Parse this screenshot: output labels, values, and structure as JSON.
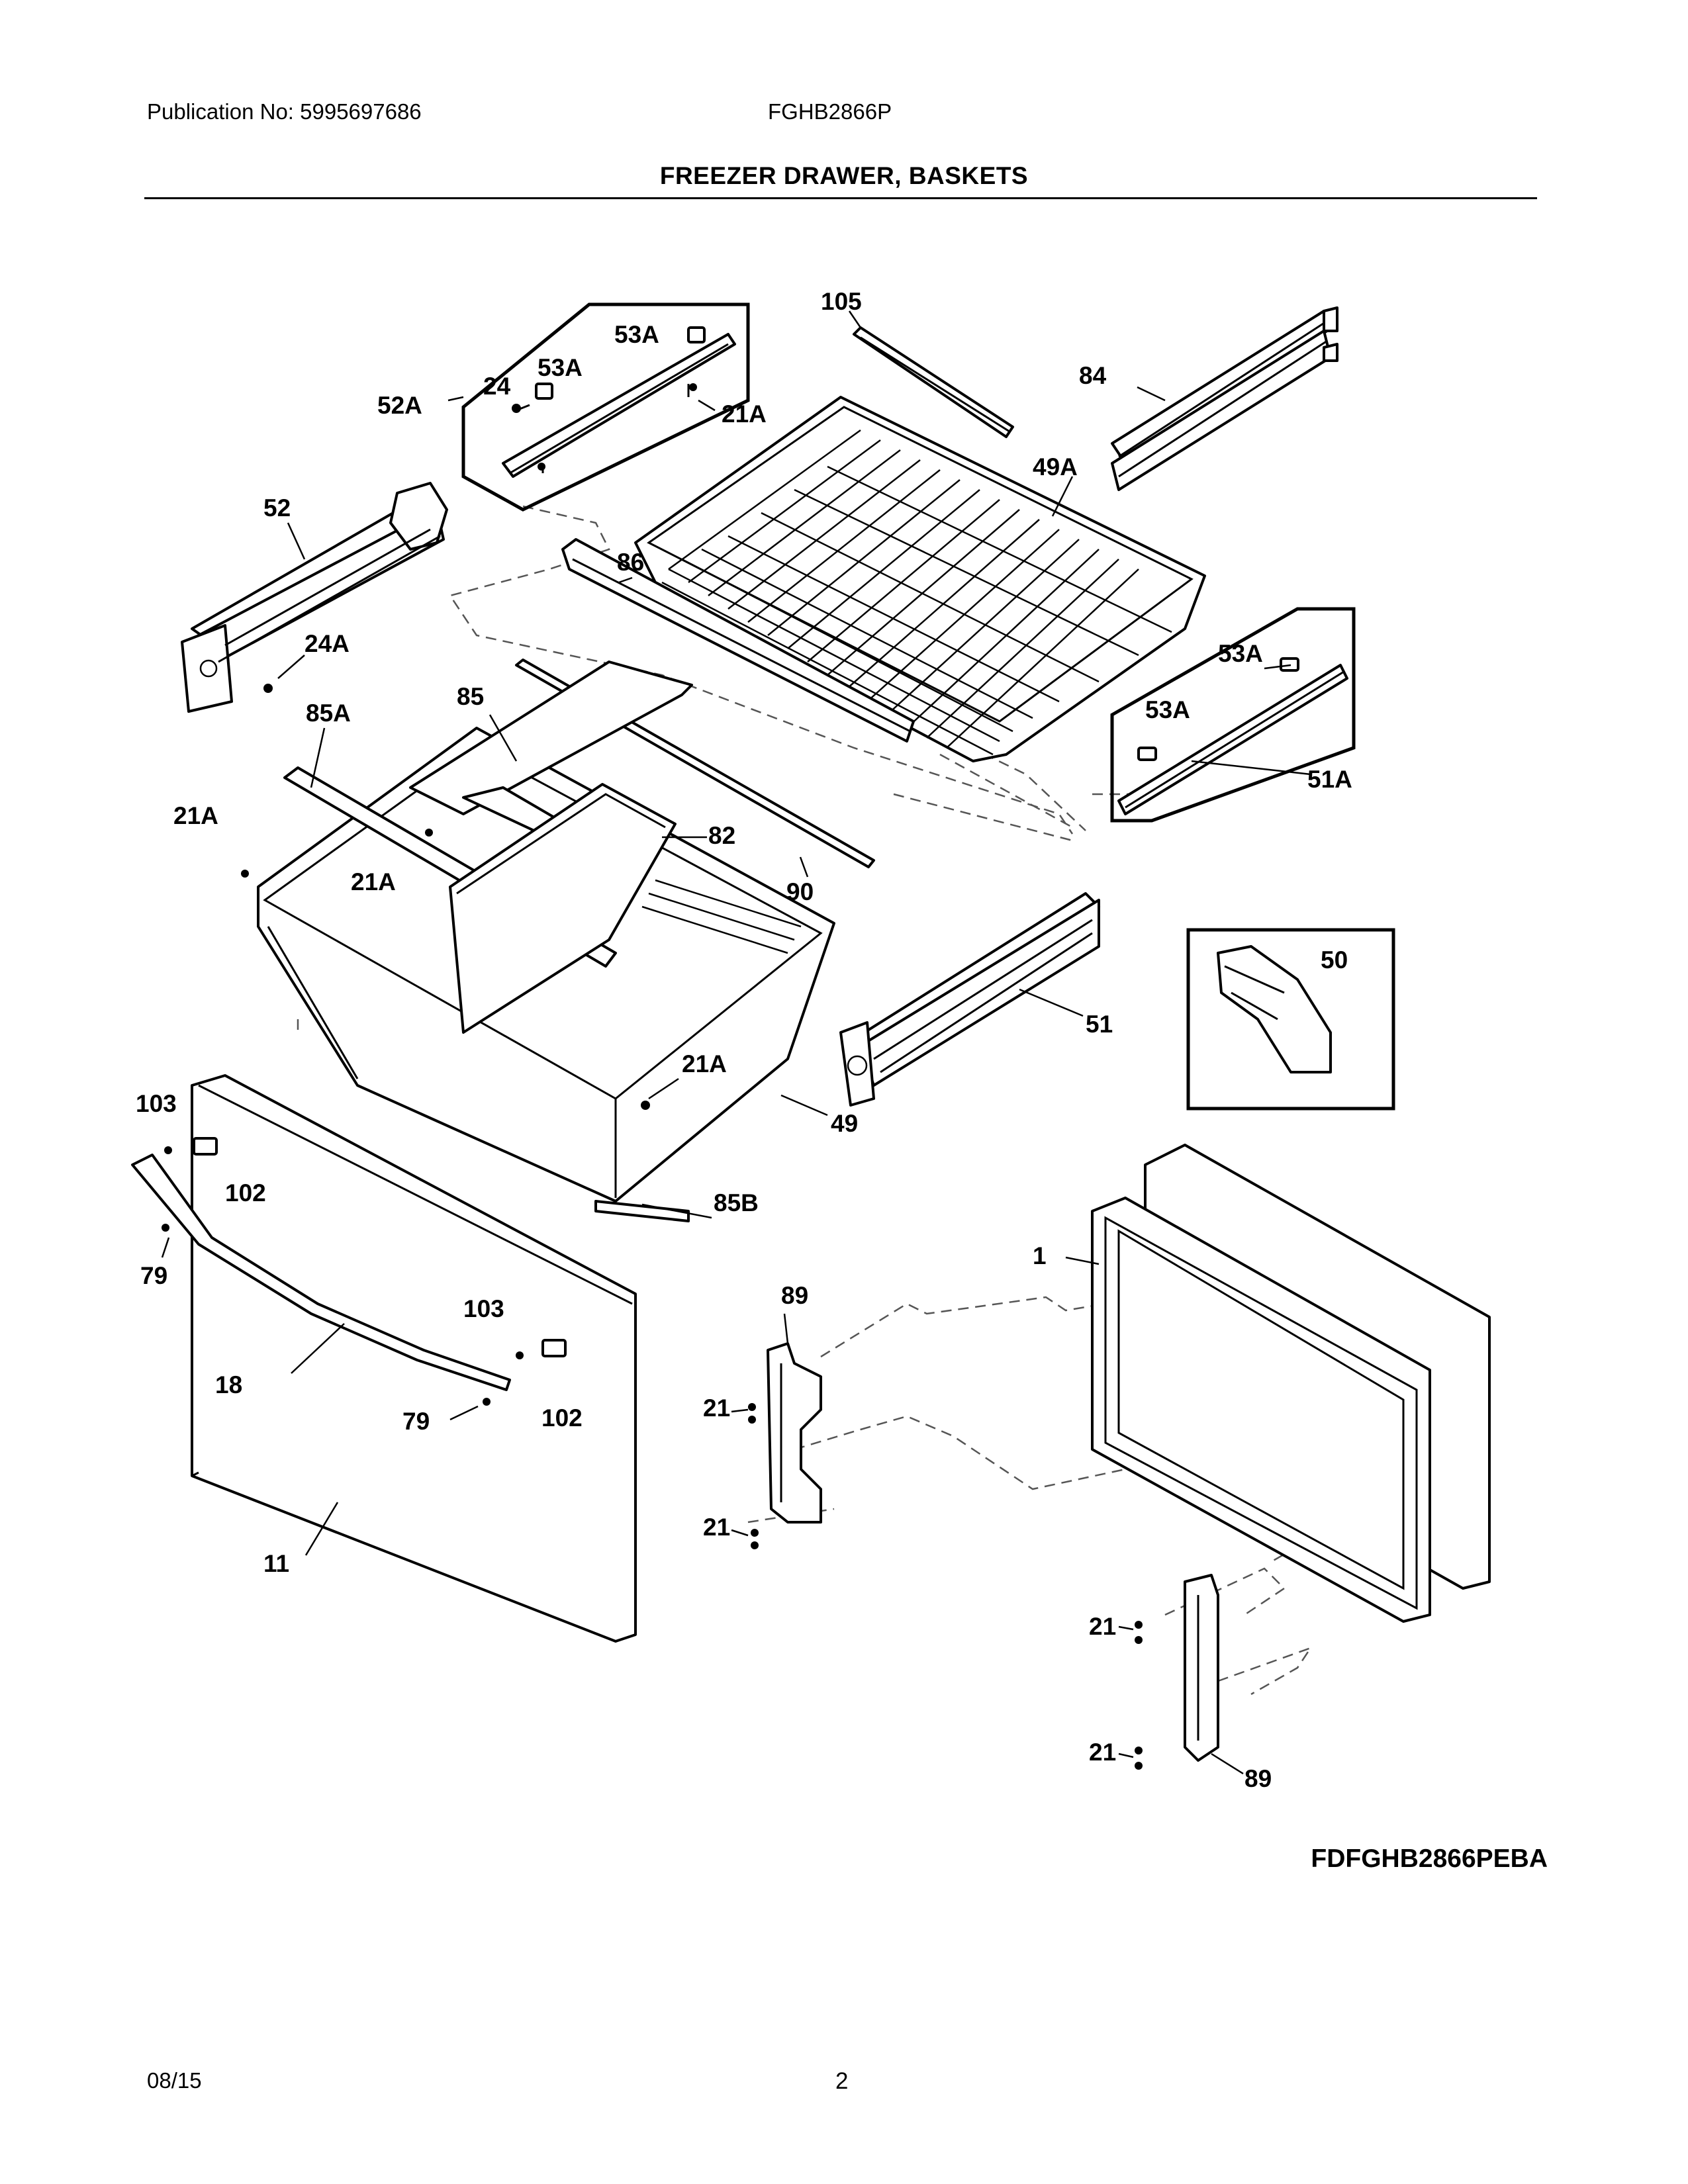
{
  "header": {
    "publication": "Publication No: 5995697686",
    "model": "FGHB2866P",
    "title": "FREEZER DRAWER, BASKETS"
  },
  "footer": {
    "diagram_code": "FDFGHB2866PEBA",
    "date": "08/15",
    "page_number": "2"
  },
  "callouts": {
    "c105": "105",
    "c84": "84",
    "c53A_a": "53A",
    "c53A_b": "53A",
    "c24": "24",
    "c52A": "52A",
    "c21A_a": "21A",
    "c49A": "49A",
    "c52": "52",
    "c86": "86",
    "c24A": "24A",
    "c53A_c": "53A",
    "c53A_d": "53A",
    "c51A": "51A",
    "c85A": "85A",
    "c85": "85",
    "c21A_b": "21A",
    "c82": "82",
    "c21A_c": "21A",
    "c90": "90",
    "c50": "50",
    "c51": "51",
    "c21A_d": "21A",
    "c49": "49",
    "c103_a": "103",
    "c102_a": "102",
    "c85B": "85B",
    "c79_a": "79",
    "c1": "1",
    "c89_a": "89",
    "c103_b": "103",
    "c18": "18",
    "c21_a": "21",
    "c79_b": "79",
    "c102_b": "102",
    "c21_b": "21",
    "c11": "11",
    "c21_c": "21",
    "c21_d": "21",
    "c89_b": "89"
  }
}
